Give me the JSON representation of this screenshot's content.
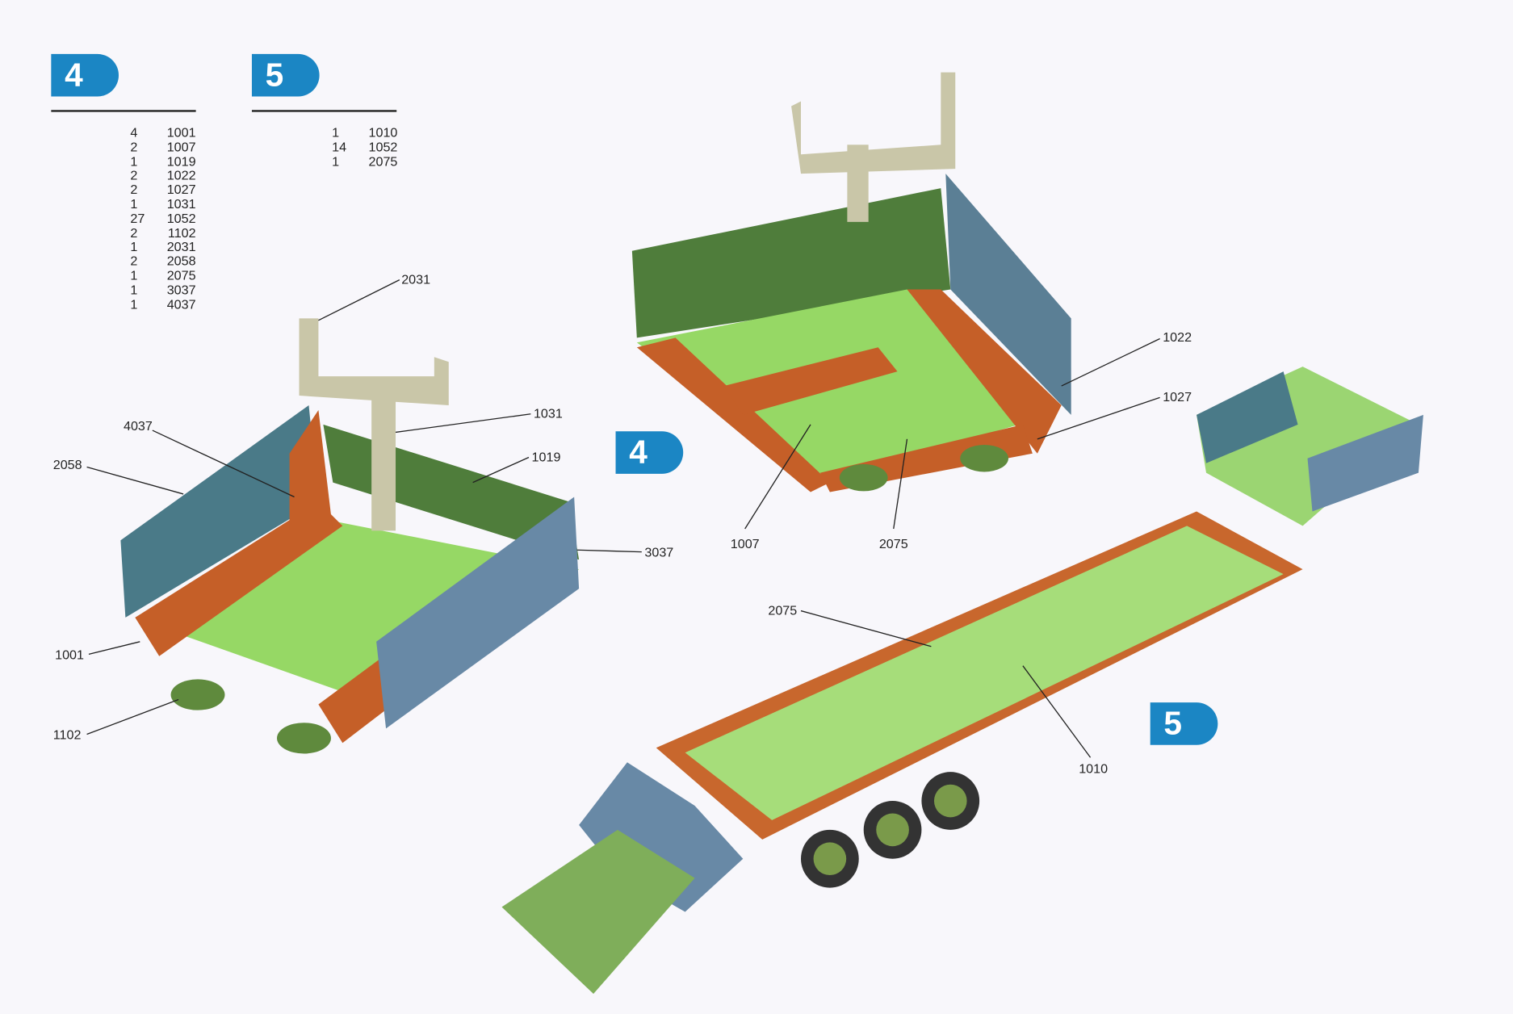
{
  "model4": {
    "badge": "4",
    "parts": [
      {
        "qty": "4",
        "part": "1001"
      },
      {
        "qty": "2",
        "part": "1007"
      },
      {
        "qty": "1",
        "part": "1019"
      },
      {
        "qty": "2",
        "part": "1022"
      },
      {
        "qty": "2",
        "part": "1027"
      },
      {
        "qty": "1",
        "part": "1031"
      },
      {
        "qty": "27",
        "part": "1052"
      },
      {
        "qty": "2",
        "part": "1102"
      },
      {
        "qty": "1",
        "part": "2031"
      },
      {
        "qty": "2",
        "part": "2058"
      },
      {
        "qty": "1",
        "part": "2075"
      },
      {
        "qty": "1",
        "part": "3037"
      },
      {
        "qty": "1",
        "part": "4037"
      }
    ],
    "callouts": [
      "2031",
      "4037",
      "2058",
      "1031",
      "1019",
      "3037",
      "1001",
      "1102"
    ],
    "underside_callouts": [
      "1022",
      "1027",
      "1007",
      "2075"
    ],
    "illustration_badge": "4"
  },
  "model5": {
    "badge": "5",
    "parts": [
      {
        "qty": "1",
        "part": "1010"
      },
      {
        "qty": "14",
        "part": "1052"
      },
      {
        "qty": "1",
        "part": "2075"
      }
    ],
    "callouts": [
      "2075",
      "1010"
    ],
    "illustration_badge": "5"
  },
  "colors": {
    "badge": "#1b86c4",
    "green_plate": "#8fd45a",
    "dark_green": "#4c7a3a",
    "orange": "#c8622a",
    "blue_grey": "#5a7f96"
  }
}
